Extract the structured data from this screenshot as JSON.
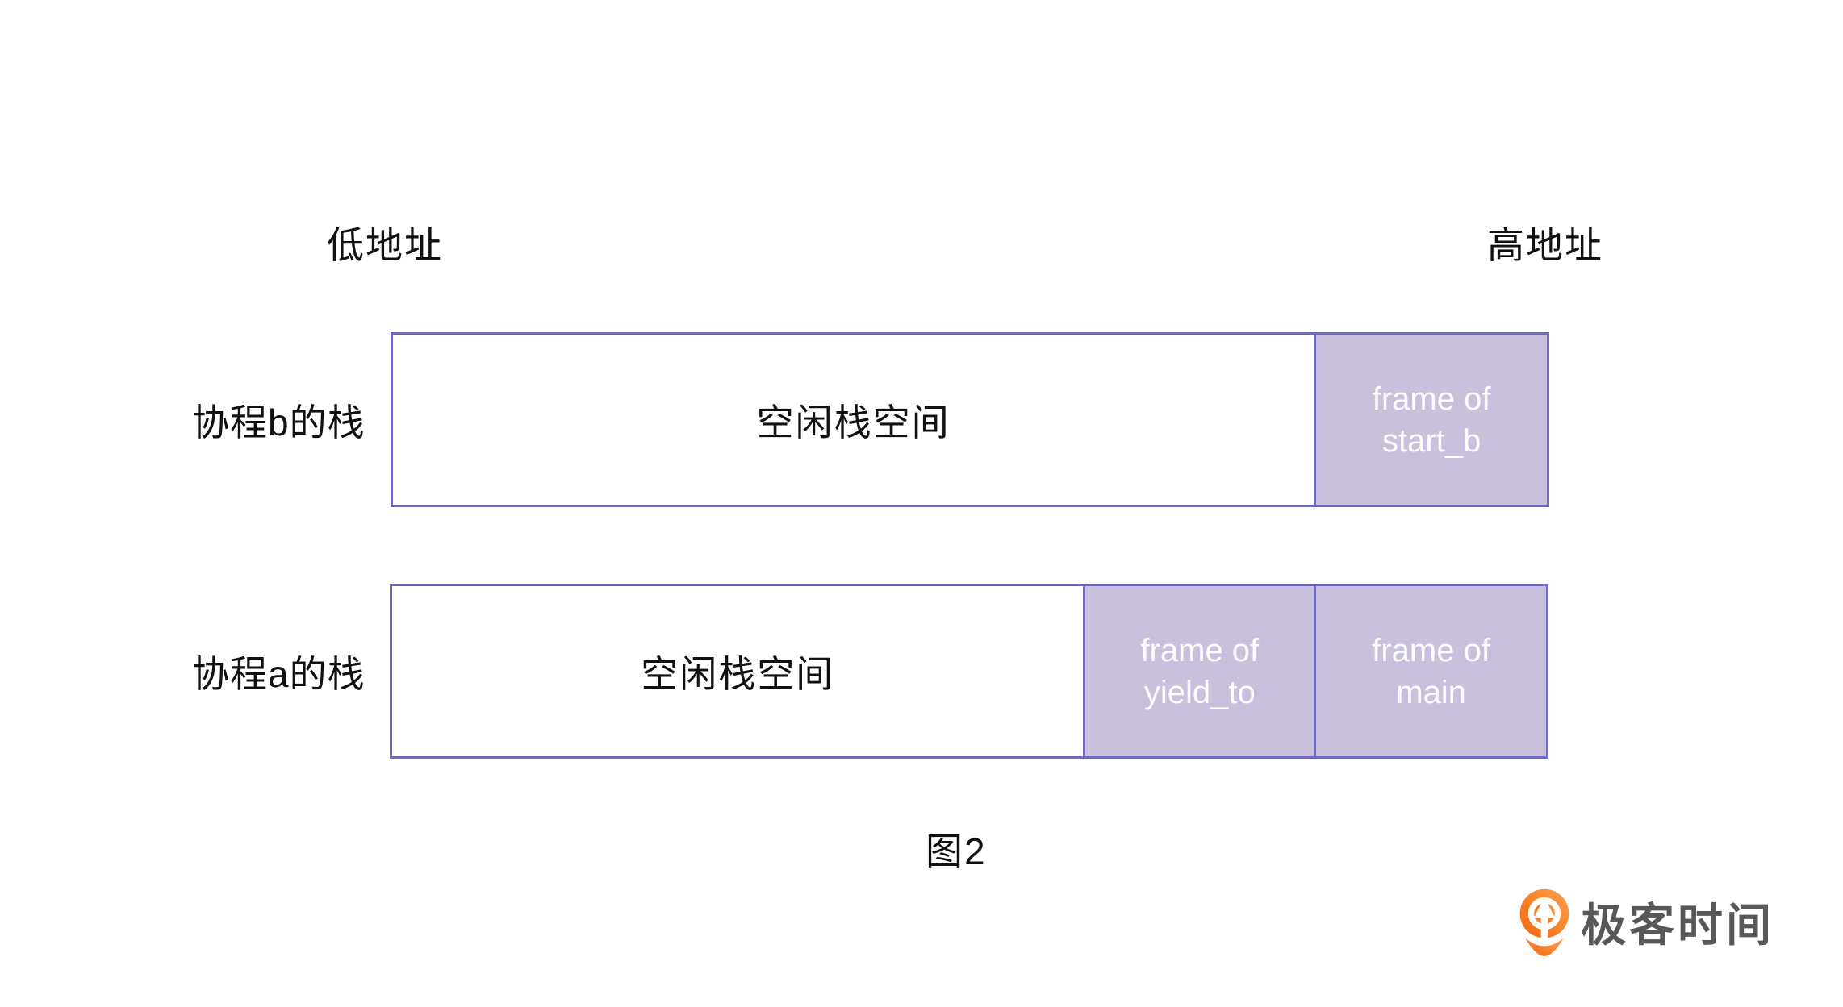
{
  "figure": {
    "caption": "图2",
    "low_address_label": "低地址",
    "high_address_label": "高地址"
  },
  "rows": [
    {
      "label": "协程b的栈",
      "free_label": "空闲栈空间",
      "frames": [
        {
          "line1": "frame of",
          "line2": "start_b"
        }
      ]
    },
    {
      "label": "协程a的栈",
      "free_label": "空闲栈空间",
      "frames": [
        {
          "line1": "frame of",
          "line2": "yield_to"
        },
        {
          "line1": "frame of",
          "line2": "main"
        }
      ]
    }
  ],
  "logo": {
    "brand_text": "极客时间",
    "icon": "geektime-pin-icon"
  },
  "colors": {
    "background": "#ffffff",
    "box_border": "#716cba",
    "frame_fill": "#c9c0dd",
    "frame_text": "#fdfcfe",
    "diagram_text": "#111111",
    "logo_text": "#595757",
    "logo_orange_light": "#ffa04a",
    "logo_orange_dark": "#f2670e"
  }
}
